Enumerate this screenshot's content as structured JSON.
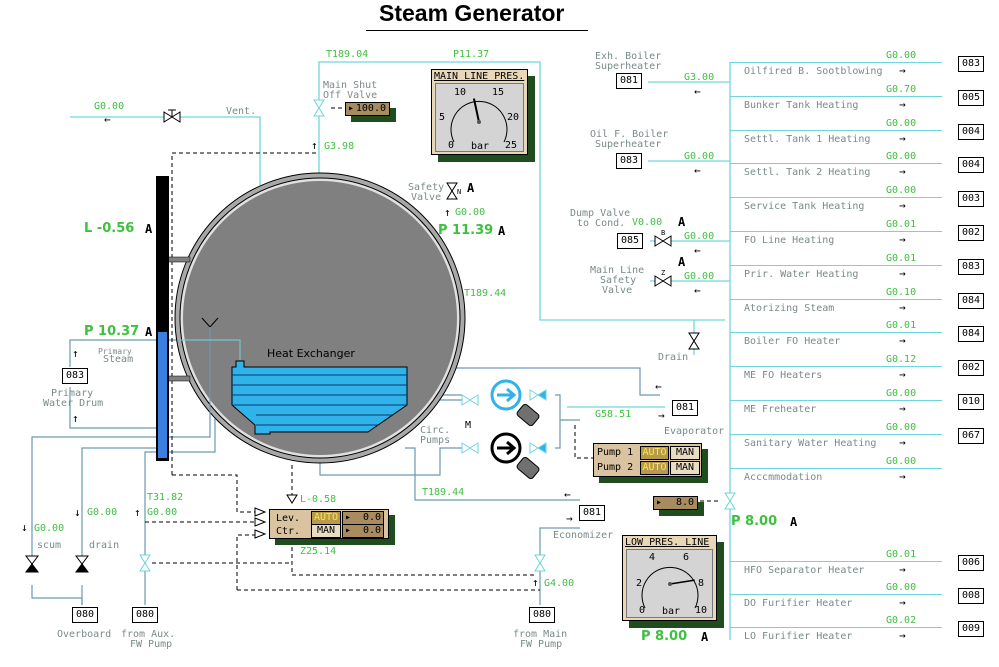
{
  "title": "Steam Generator",
  "colors": {
    "pipe": "#6fd6dd",
    "pipe_dark": "#6a9ab0",
    "value_green": "#3fbf3f",
    "label_gray": "#7a8a8a",
    "drum_gray": "#808080",
    "water_blue": "#2fb3ea",
    "level_blue": "#3a7ee0",
    "panel_tan": "#d9c3a0",
    "shadow_green": "#1f4d1f",
    "auto_yellow": "#f7e84a"
  },
  "vent": {
    "flow": "G0.00",
    "label": "Vent."
  },
  "main_shutoff": {
    "label_line1": "Main Shut",
    "label_line2": "Off Valve",
    "setpoint": "100.0",
    "temp": "T189.04",
    "pressure": "P11.37",
    "flow": "G3.98"
  },
  "main_line_gauge": {
    "title": "MAIN LINE PRES.",
    "unit": "bar",
    "ticks": [
      "0",
      "5",
      "10",
      "15",
      "20",
      "25"
    ],
    "value": 11.37,
    "max": 25
  },
  "safety_valve": {
    "label_line1": "Safety",
    "label_line2": "Valve",
    "mode": "A",
    "flow": "G0.00",
    "valve_letter": "N"
  },
  "drum": {
    "pressure": "P 11.39",
    "pressure_mode": "A",
    "temp": "T189.44",
    "level": "L -0.56",
    "level_mode": "A",
    "heat_exchanger_label": "Heat Exchanger",
    "level_fill_fraction": 0.45
  },
  "primary": {
    "pressure": "P 10.37",
    "pressure_mode": "A",
    "steam_label_line1": "Primary",
    "steam_label_line2": "Steam",
    "drum_tag": "083",
    "drum_label_line1": "Primary",
    "drum_label_line2": "Water Drum"
  },
  "superheaters": [
    {
      "label_line1": "Exh. Boiler",
      "label_line2": "Superheater",
      "tag": "081",
      "flow": "G3.00"
    },
    {
      "label_line1": "Oil F. Boiler",
      "label_line2": "Superheater",
      "tag": "083",
      "flow": "G0.00"
    }
  ],
  "dump_valve": {
    "label_line1": "Dump Valve",
    "label_line2": "to Cond.",
    "opening": "V0.00",
    "mode": "A",
    "tag": "085",
    "flow": "G0.00",
    "valve_letter": "B"
  },
  "main_line_safety": {
    "label_line1": "Main Line",
    "label_line2": "Safety",
    "label_line3": "Valve",
    "mode": "A",
    "flow": "G0.00",
    "valve_letter": "Z"
  },
  "drain_valve": {
    "label": "Drain"
  },
  "consumers_upper": [
    {
      "name": "Oilfired B. Sootblowing",
      "flow": "G0.00",
      "tag": "083"
    },
    {
      "name": "Bunker Tank Heating",
      "flow": "G0.70",
      "tag": "005"
    },
    {
      "name": "Settl. Tank 1 Heating",
      "flow": "G0.00",
      "tag": "004"
    },
    {
      "name": "Settl. Tank 2 Heating",
      "flow": "G0.00",
      "tag": "004"
    },
    {
      "name": "Service Tank Heating",
      "flow": "G0.00",
      "tag": "003"
    },
    {
      "name": "FO Line Heating",
      "flow": "G0.01",
      "tag": "002"
    },
    {
      "name": "Prir. Water Heating",
      "flow": "G0.01",
      "tag": "083"
    },
    {
      "name": "Atorizing Steam",
      "flow": "G0.10",
      "tag": "084"
    },
    {
      "name": "Boiler FO Heater",
      "flow": "G0.01",
      "tag": "084"
    },
    {
      "name": "ME FO Heaters",
      "flow": "G0.12",
      "tag": "002"
    },
    {
      "name": "ME Freheater",
      "flow": "G0.00",
      "tag": "010"
    },
    {
      "name": "Sanitary Water Heating",
      "flow": "G0.00",
      "tag": "067"
    },
    {
      "name": "Acccmmodation",
      "flow": "G0.00",
      "tag": ""
    }
  ],
  "consumers_lower": [
    {
      "name": "HFO Separator Heater",
      "flow": "G0.01",
      "tag": "006"
    },
    {
      "name": "DO Furifier Heater",
      "flow": "G0.00",
      "tag": "008"
    },
    {
      "name": "LO Furifier Heater",
      "flow": "G0.02",
      "tag": "009"
    }
  ],
  "evaporator": {
    "flow": "G58.51",
    "tag": "081",
    "label": "Evaporator"
  },
  "circ_pumps": {
    "label_line1": "Circ.",
    "label_line2": "Pumps",
    "m_label": "M",
    "temp": "T189.44",
    "pumps": [
      {
        "label": "Pump 1",
        "auto": "AUTO",
        "man": "MAN",
        "active_mode": "AUTO"
      },
      {
        "label": "Pump 2",
        "auto": "AUTO",
        "man": "MAN",
        "active_mode": "AUTO"
      }
    ]
  },
  "reducing_valve": {
    "setpoint": "8.0",
    "pressure": "P 8.00",
    "mode": "A"
  },
  "low_line_gauge": {
    "title": "LOW PRES. LINE",
    "unit": "bar",
    "ticks": [
      "0",
      "2",
      "4",
      "6",
      "8",
      "10"
    ],
    "value": 8.0,
    "max": 10,
    "pressure": "P 8.00",
    "mode": "A"
  },
  "economizer": {
    "tag": "081",
    "label": "Economizer",
    "flow": "G4.00",
    "source_tag": "080",
    "source_line1": "from Main",
    "source_line2": "FW Pump"
  },
  "level_controller": {
    "level": "L-0.58",
    "z": "Z25.14",
    "rows": [
      {
        "label": "Lev.",
        "mode": "AUTO",
        "value": "0.0"
      },
      {
        "label": "Ctr.",
        "mode": "MAN",
        "value": "0.0"
      }
    ]
  },
  "bottom_left": {
    "scum": {
      "label": "scum",
      "flow": "G0.00"
    },
    "drain": {
      "label": "drain",
      "flow": "G0.00"
    },
    "overboard": {
      "tag": "080",
      "label": "Overboard"
    },
    "aux_fw": {
      "tag": "080",
      "label_line1": "from Aux.",
      "label_line2": "FW Pump",
      "temp": "T31.82",
      "flow": "G0.00"
    }
  }
}
